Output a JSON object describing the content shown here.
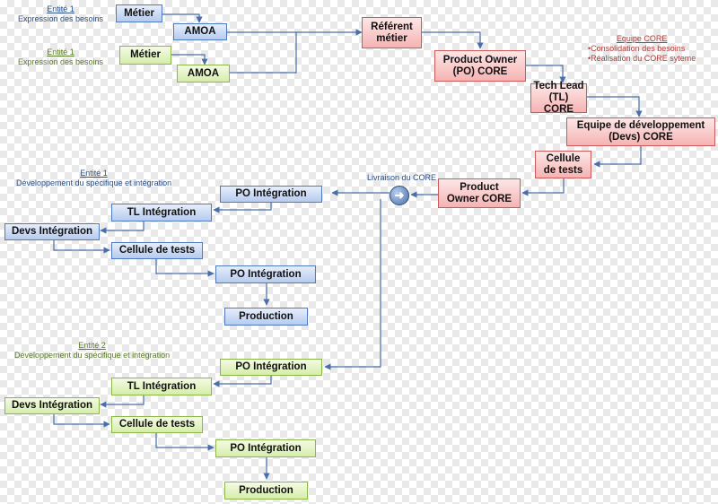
{
  "labels": {
    "entite1_expr": {
      "title": "Entité 1",
      "sub": "Expression des besoins"
    },
    "entite1_expr_green": {
      "title": "Entité 1",
      "sub": "Expression des besoins"
    },
    "equipe_core": {
      "title": "Equipe CORE",
      "bullets": [
        "Consolidation  des besoins",
        "Réalisation du CORE syteme"
      ]
    },
    "entite1_dev": {
      "title": "Entité 1",
      "sub": "Développement du spécifique et intégration"
    },
    "entite2_dev": {
      "title": "Entité 2",
      "sub": "Développement du spécifique et intégration"
    },
    "livraison": "Livraison du CORE",
    "livraison_icon": "arrow-right-icon"
  },
  "boxes": {
    "metier_blue": "Métier",
    "amoa_blue": "AMOA",
    "metier_green": "Métier",
    "amoa_green": "AMOA",
    "referent": [
      "Référent",
      "métier"
    ],
    "po_core": [
      "Product Owner",
      "(PO) CORE"
    ],
    "tl_core": [
      "Tech Lead",
      "(TL) CORE"
    ],
    "devs_core": [
      "Equipe de développement",
      "(Devs) CORE"
    ],
    "cellule_core": [
      "Cellule",
      "de tests"
    ],
    "po_owner_core": [
      "Product",
      "Owner CORE"
    ],
    "e1": {
      "po_int": "PO Intégration",
      "tl_int": "TL Intégration",
      "devs_int": "Devs Intégration",
      "cellule": "Cellule de tests",
      "po_int2": "PO Intégration",
      "production": "Production"
    },
    "e2": {
      "po_int": "PO Intégration",
      "tl_int": "TL Intégration",
      "devs_int": "Devs Intégration",
      "cellule": "Cellule de tests",
      "po_int2": "PO Intégration",
      "production": "Production"
    }
  },
  "colors": {
    "blue_fill": "#b6cbef",
    "blue_border": "#4f7ac0",
    "green_fill": "#d6edaa",
    "green_border": "#8cb54a",
    "red_fill": "#f5b3b3",
    "red_border": "#cc5a5a",
    "connector": "#4a6fa8"
  }
}
